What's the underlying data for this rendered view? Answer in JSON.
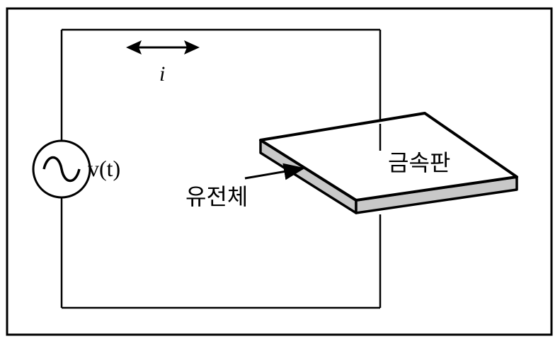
{
  "labels": {
    "current": "i",
    "source": "v(t)",
    "metal_plate": "금속판",
    "dielectric": "유전체"
  },
  "colors": {
    "line": "#000000",
    "plate_top": "#ffffff",
    "plate_edge": "#c8c8c8"
  }
}
